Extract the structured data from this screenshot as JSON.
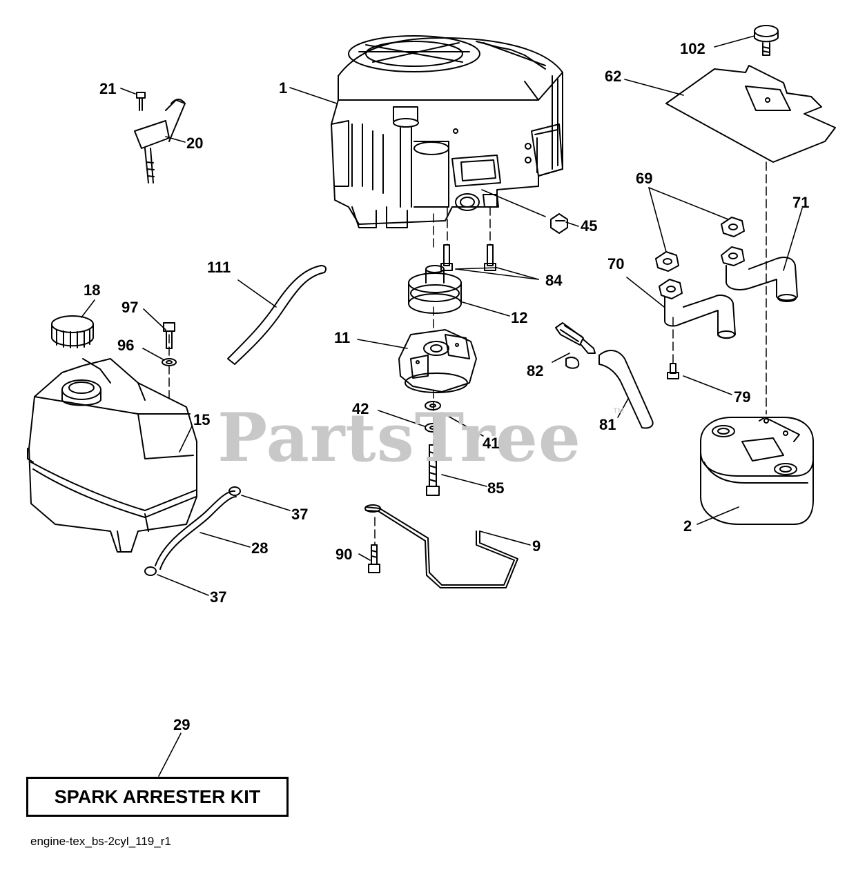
{
  "watermark": "PartsTree",
  "watermark_tm": "TM",
  "kit_label": "SPARK ARRESTER KIT",
  "drawing_code": "engine-tex_bs-2cyl_119_r1",
  "labels": {
    "p1": "1",
    "p2": "2",
    "p9": "9",
    "p11": "11",
    "p12": "12",
    "p15": "15",
    "p18": "18",
    "p20": "20",
    "p21": "21",
    "p28": "28",
    "p29": "29",
    "p37a": "37",
    "p37b": "37",
    "p41": "41",
    "p42": "42",
    "p45": "45",
    "p62": "62",
    "p69": "69",
    "p70": "70",
    "p71": "71",
    "p79": "79",
    "p81": "81",
    "p82": "82",
    "p84": "84",
    "p85": "85",
    "p90": "90",
    "p96": "96",
    "p97": "97",
    "p102": "102",
    "p111": "111"
  }
}
